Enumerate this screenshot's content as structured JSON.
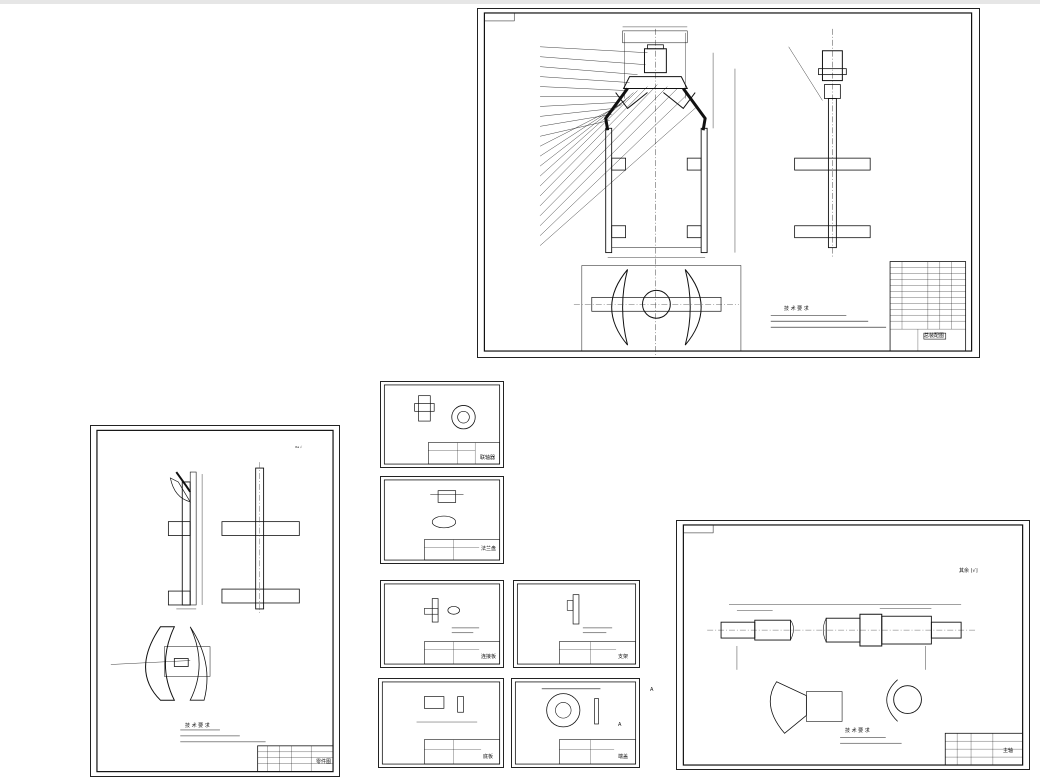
{
  "tech_req_heading": "技 术 要 求",
  "sheets": {
    "assembly": {
      "title_block": "总装配图"
    },
    "rear_part": {
      "title_block": "零件图"
    },
    "shaft": {
      "title_block": "主轴",
      "roughness": "其余 ⌊√⌋"
    },
    "small_1": {
      "title_block": "联轴器"
    },
    "small_2": {
      "title_block": "法兰盘"
    },
    "small_3": {
      "title_block": "连接板"
    },
    "small_4": {
      "title_block": "支架"
    },
    "small_5": {
      "title_block": "底板"
    },
    "small_6": {
      "title_block": "端盖"
    }
  },
  "marks": {
    "a": "A",
    "b": "A"
  }
}
